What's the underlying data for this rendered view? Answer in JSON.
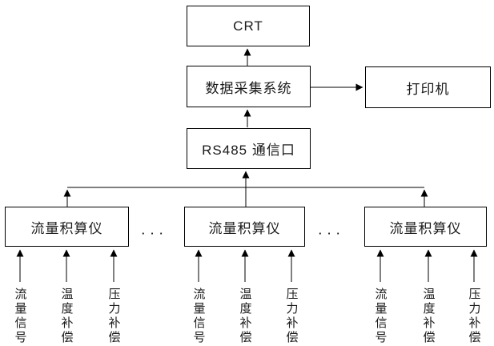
{
  "nodes": {
    "crt": {
      "label": "CRT"
    },
    "daq": {
      "label": "数据采集系统"
    },
    "printer": {
      "label": "打印机"
    },
    "rs485": {
      "label": "RS485 通信口"
    }
  },
  "flow_groups": [
    {
      "label": "流量积算仪",
      "inputs": [
        "流量信号",
        "温度补偿",
        "压力补偿"
      ]
    },
    {
      "label": "流量积算仪",
      "inputs": [
        "流量信号",
        "温度补偿",
        "压力补偿"
      ]
    },
    {
      "label": "流量积算仪",
      "inputs": [
        "流量信号",
        "温度补偿",
        "压力补偿"
      ]
    }
  ],
  "separators": [
    ". . .",
    ". . ."
  ],
  "colors": {
    "line": "#000000",
    "text": "#1a1a1a",
    "background": "#ffffff"
  }
}
